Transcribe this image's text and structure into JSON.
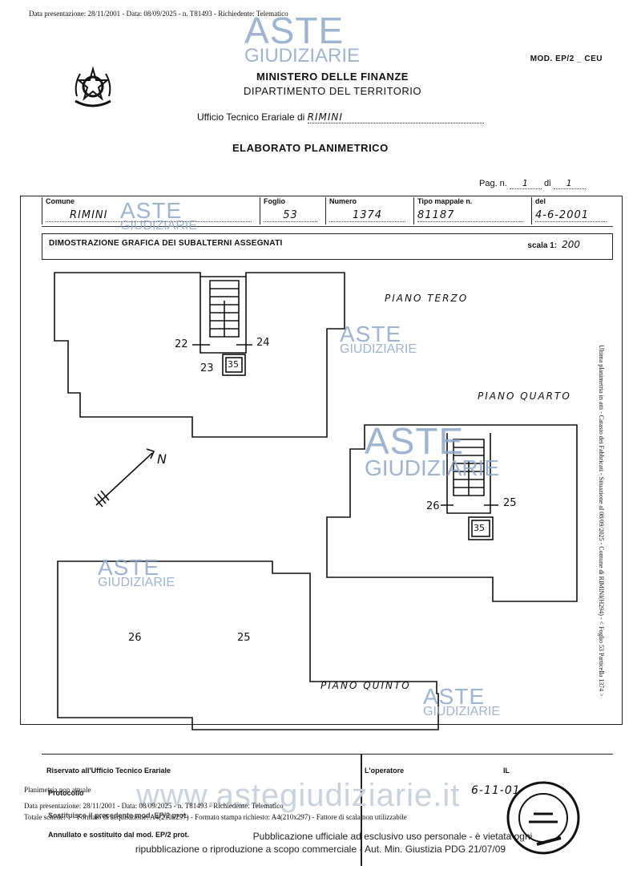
{
  "header": {
    "top_line": "Data presentazione: 28/11/2001 - Data: 08/09/2025 - n. T81493 - Richiedente: Telematico",
    "mod": "MOD. EP/2 _ CEU",
    "ministry": "MINISTERO DELLE FINANZE",
    "department": "DIPARTIMENTO DEL TERRITORIO",
    "office_label": "Ufficio Tecnico Erariale di",
    "office_value": "RIMINI",
    "title": "ELABORATO PLANIMETRICO",
    "pag_label": "Pag. n.",
    "pag_value": "1",
    "di_label": "di",
    "di_value": "1"
  },
  "fields": {
    "comune_label": "Comune",
    "comune_value": "RIMINI",
    "foglio_label": "Foglio",
    "foglio_value": "53",
    "numero_label": "Numero",
    "numero_value": "1374",
    "tipo_label": "Tipo mappale n.",
    "tipo_value": "81187",
    "del_label": "del",
    "del_value": "4-6-2001"
  },
  "section": {
    "title": "DIMOSTRAZIONE GRAFICA DEI SUBALTERNI ASSEGNATI",
    "scale_label": "scala 1:",
    "scale_value": "200"
  },
  "plan": {
    "piano_terzo": "PIANO TERZO",
    "piano_quarto": "PIANO QUARTO",
    "piano_quinto": "PIANO QUINTO",
    "north": "N",
    "sub_22": "22",
    "sub_24": "24",
    "sub_23": "23",
    "sub_35a": "35",
    "sub_26a": "26",
    "sub_25a": "25",
    "sub_35b": "35",
    "sub_26b": "26",
    "sub_25b": "25"
  },
  "side_text": "Ultima planimetria in atti - Catasto dei Fabbricati - Situazione al 08/09/2025 - Comune di RIMINI(H294) - < Foglio 53 Particella 1374 >",
  "watermark": {
    "aste": "ASTE",
    "giudiziarie": "GIUDIZIARIE",
    "site": "www.astegiudiziarie.it"
  },
  "footer": {
    "riservato": "Riservato all'Ufficio Tecnico Erariale",
    "operatore": "L'operatore",
    "il": "IL",
    "planimetria": "Planimetria non attuale",
    "data_line": "Data presentazione: 28/11/2001 - Data: 08/09/2025 - n. T81493 - Richiedente: Telematico",
    "totale_line": "Totale schede: 1 - Formato di acquisizione: A4(210x297) - Formato stampa richiesto: A4(210x297) - Fattore di scala non utilizzabile",
    "protocollo": "Protocollo",
    "sostituisce": "Sostituisce il precedente mod. EP/2 prot.",
    "annullato": "Annullato e sostituito dal mod. EP/2 prot.",
    "pub1": "Pubblicazione ufficiale ad esclusivo uso personale - è vietata ogni",
    "pub2": "ripubblicazione o riproduzione a scopo commerciale - Aut. Min. Giustizia PDG 21/07/09",
    "stamp_date": "6-11-01"
  }
}
